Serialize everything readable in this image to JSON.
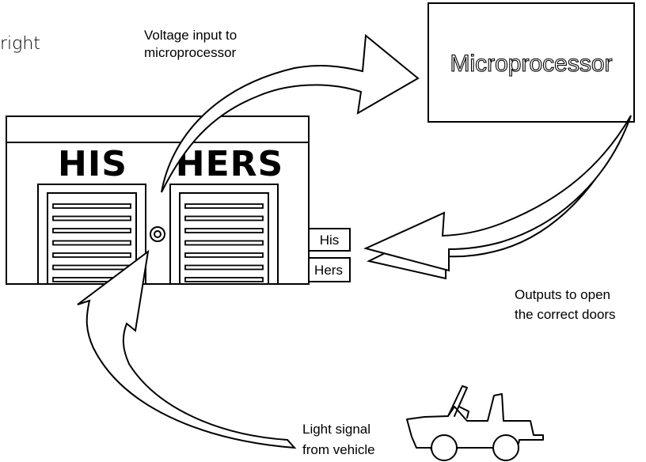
{
  "corner_text": "right",
  "microprocessor": {
    "label": "Microprocessor"
  },
  "garage": {
    "sign_left": "HIS",
    "sign_right": "HERS",
    "door_slats": 7
  },
  "buttons": {
    "his": "His",
    "hers": "Hers"
  },
  "captions": {
    "voltage_line1": "Voltage input to",
    "voltage_line2": "microprocessor",
    "outputs_line1": "Outputs to open",
    "outputs_line2": "the correct doors",
    "light_line1": "Light signal",
    "light_line2": "from vehicle"
  }
}
